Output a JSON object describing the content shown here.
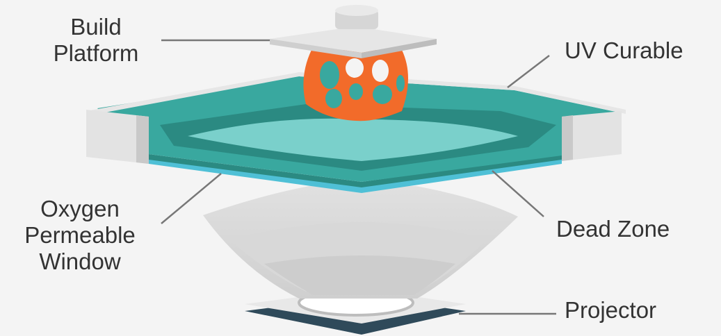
{
  "labels": {
    "build_platform": [
      "Build",
      "Platform"
    ],
    "uv_curable": "UV Curable",
    "oxygen_window": [
      "Oxygen",
      "Permeable",
      "Window"
    ],
    "dead_zone": "Dead Zone",
    "projector": "Projector"
  },
  "colors": {
    "background": "#f4f4f4",
    "resin": "#39a89f",
    "resin_dark": "#2b8a82",
    "resin_light": "#7ad0cb",
    "dead_zone_layer": "#4fc0d6",
    "printed_part": "#f26b2a",
    "platform": "#e2e2e2",
    "projector_base": "#2f4a5a",
    "leader_line": "#777777"
  }
}
